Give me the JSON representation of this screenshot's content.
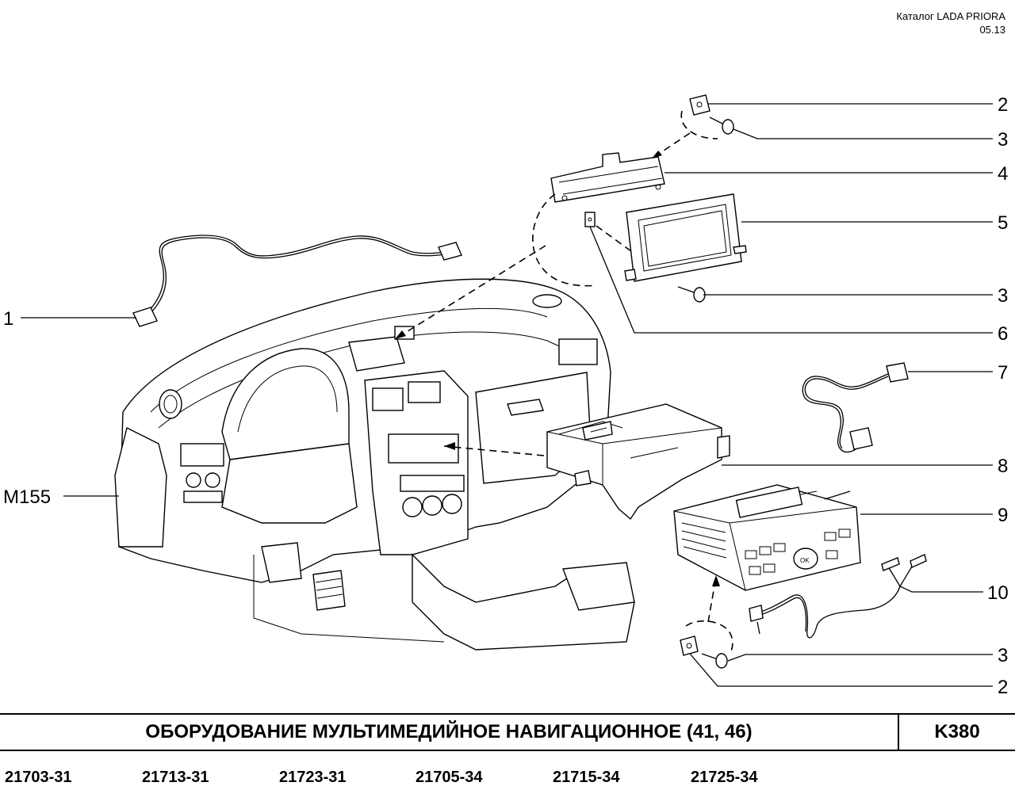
{
  "catalog": {
    "name": "Каталог  LADA  PRIORA",
    "date": "05.13"
  },
  "callouts": [
    {
      "id": "c1",
      "text": "1"
    },
    {
      "id": "cM155",
      "text": "M155"
    },
    {
      "id": "c2a",
      "text": "2"
    },
    {
      "id": "c3a",
      "text": "3"
    },
    {
      "id": "c4",
      "text": "4"
    },
    {
      "id": "c5",
      "text": "5"
    },
    {
      "id": "c3b",
      "text": "3"
    },
    {
      "id": "c6",
      "text": "6"
    },
    {
      "id": "c7",
      "text": "7"
    },
    {
      "id": "c8",
      "text": "8"
    },
    {
      "id": "c9",
      "text": "9"
    },
    {
      "id": "c10",
      "text": "10"
    },
    {
      "id": "c3c",
      "text": "3"
    },
    {
      "id": "c2b",
      "text": "2"
    }
  ],
  "radio_buttons": {
    "ok": "OK"
  },
  "title": "ОБОРУДОВАНИЕ  МУЛЬТИМЕДИЙНОЕ  НАВИГАЦИОННОЕ (41, 46)",
  "code": "K380",
  "models": [
    "21703-31",
    "21713-31",
    "21723-31",
    "21705-34",
    "21715-34",
    "21725-34"
  ]
}
